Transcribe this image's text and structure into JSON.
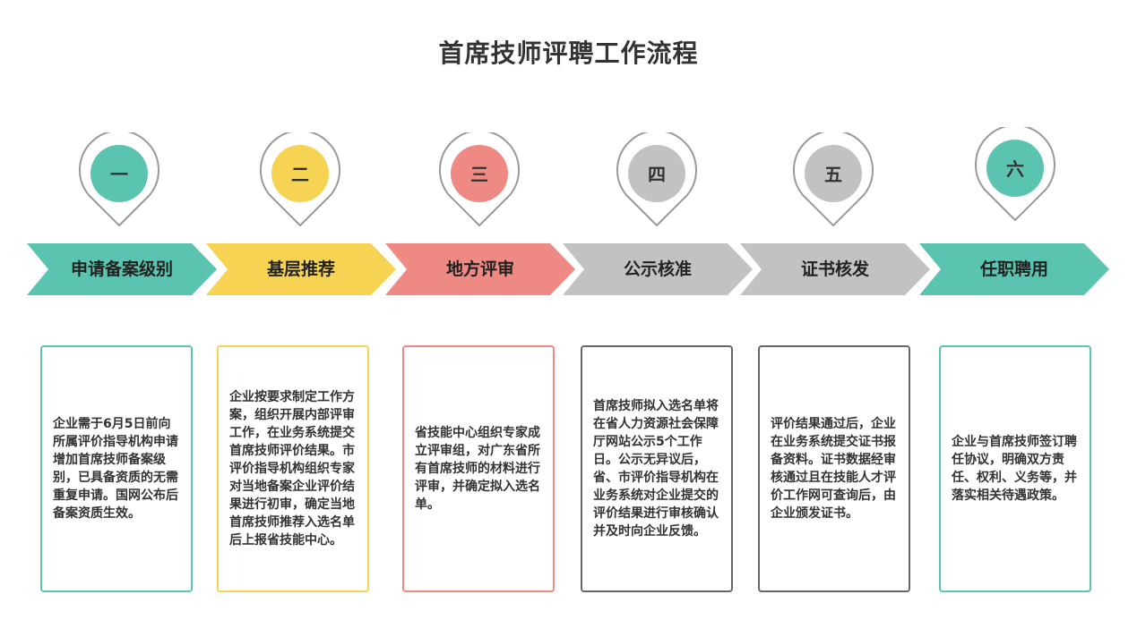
{
  "title": "首席技师评聘工作流程",
  "colors": {
    "teal": "#5BC4B1",
    "yellow": "#F7D354",
    "salmon": "#EE8A83",
    "gray": "#C2C2C2",
    "pin_outline": "#9A9A9A",
    "text": "#333333"
  },
  "steps": [
    {
      "num": "一",
      "label": "申请备案级别",
      "color": "#5BC4B1",
      "text": "企业需于6月5日前向所属评价指导机构申请增加首席技师备案级别，已具备资质的无需重复申请。国网公布后备案资质生效。"
    },
    {
      "num": "二",
      "label": "基层推荐",
      "color": "#F7D354",
      "text": "企业按要求制定工作方案，组织开展内部评审工作，在业务系统提交首席技师评价结果。市评价指导机构组织专家对当地备案企业评价结果进行初审，确定当地首席技师推荐入选名单后上报省技能中心。"
    },
    {
      "num": "三",
      "label": "地方评审",
      "color": "#EE8A83",
      "text": "省技能中心组织专家成立评审组，对广东省所有首席技师的材料进行评审，并确定拟入选名单。"
    },
    {
      "num": "四",
      "label": "公示核准",
      "color": "#C2C2C2",
      "text": "首席技师拟入选名单将在省人力资源社会保障厅网站公示5个工作日。公示无异议后，省、市评价指导机构在业务系统对企业提交的评价结果进行审核确认并及时向企业反馈。"
    },
    {
      "num": "五",
      "label": "证书核发",
      "color": "#C2C2C2",
      "text": "评价结果通过后，企业在业务系统提交证书报备资料。证书数据经审核通过且在技能人才评价工作网可查询后，由企业颁发证书。"
    },
    {
      "num": "六",
      "label": "任职聘用",
      "color": "#5BC4B1",
      "text": "企业与首席技师签订聘任协议，明确双方责任、权利、义务等，并落实相关待遇政策。"
    }
  ]
}
